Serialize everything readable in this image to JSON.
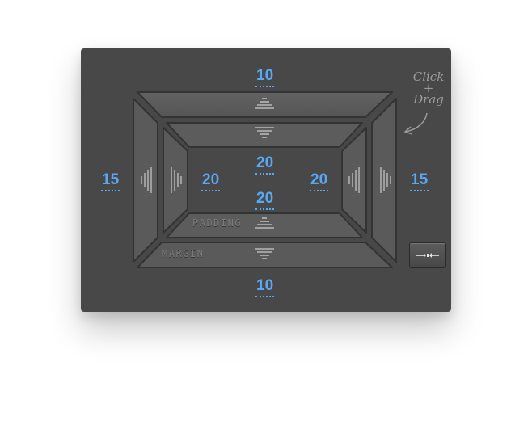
{
  "margin": {
    "top": "10",
    "right": "15",
    "bottom": "10",
    "left": "15",
    "label": "MARGIN"
  },
  "padding": {
    "top": "20",
    "right": "20",
    "bottom": "20",
    "left": "20",
    "label": "PADDING"
  },
  "hint": {
    "line1": "Click",
    "line2": "+",
    "line3": "Drag"
  },
  "icons": {
    "reset": "collapse-arrows-icon",
    "top_handle": "chevron-up-icon",
    "bottom_handle": "chevron-down-icon",
    "side_handle": "sound-bars-icon"
  },
  "colors": {
    "panel": "#484848",
    "value": "#5aa7f5",
    "trapezoid": "#5a5a5a",
    "outline": "#333333"
  }
}
